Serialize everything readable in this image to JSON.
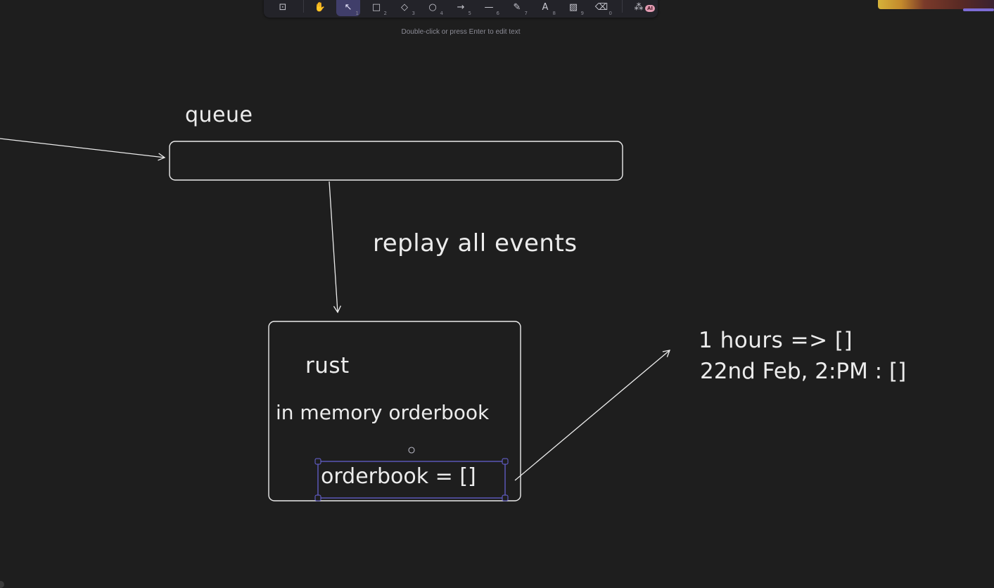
{
  "app": {
    "accent_color": "#6965db",
    "canvas_background": "#1e1e1e",
    "stroke_color": "#ececec"
  },
  "toolbar": {
    "tools": [
      {
        "icon": "lock-icon",
        "glyph": "⊡",
        "num": ""
      },
      {
        "icon": "hand-icon",
        "glyph": "✋",
        "num": ""
      },
      {
        "icon": "selection-icon",
        "glyph": "↖",
        "num": "1",
        "selected": true
      },
      {
        "icon": "rectangle-icon",
        "glyph": "□",
        "num": "2"
      },
      {
        "icon": "diamond-icon",
        "glyph": "◇",
        "num": "3"
      },
      {
        "icon": "ellipse-icon",
        "glyph": "○",
        "num": "4"
      },
      {
        "icon": "arrow-icon",
        "glyph": "→",
        "num": "5"
      },
      {
        "icon": "line-icon",
        "glyph": "—",
        "num": "6"
      },
      {
        "icon": "pencil-icon",
        "glyph": "✎",
        "num": "7"
      },
      {
        "icon": "text-icon",
        "glyph": "A",
        "num": "8"
      },
      {
        "icon": "image-icon",
        "glyph": "▨",
        "num": "9"
      },
      {
        "icon": "eraser-icon",
        "glyph": "⌫",
        "num": "0"
      }
    ],
    "extra_tools_icon": "shapes-icon",
    "ai_badge": "AI"
  },
  "hint": "Double-click or press Enter to edit text",
  "canvas": {
    "queue_label": "queue",
    "replay_label": "replay all events",
    "rust_label": "rust",
    "in_memory_label": "in memory orderbook",
    "orderbook_label": "orderbook = []",
    "note_line1": "1 hours => []",
    "note_line2": "22nd Feb, 2:PM : []"
  }
}
